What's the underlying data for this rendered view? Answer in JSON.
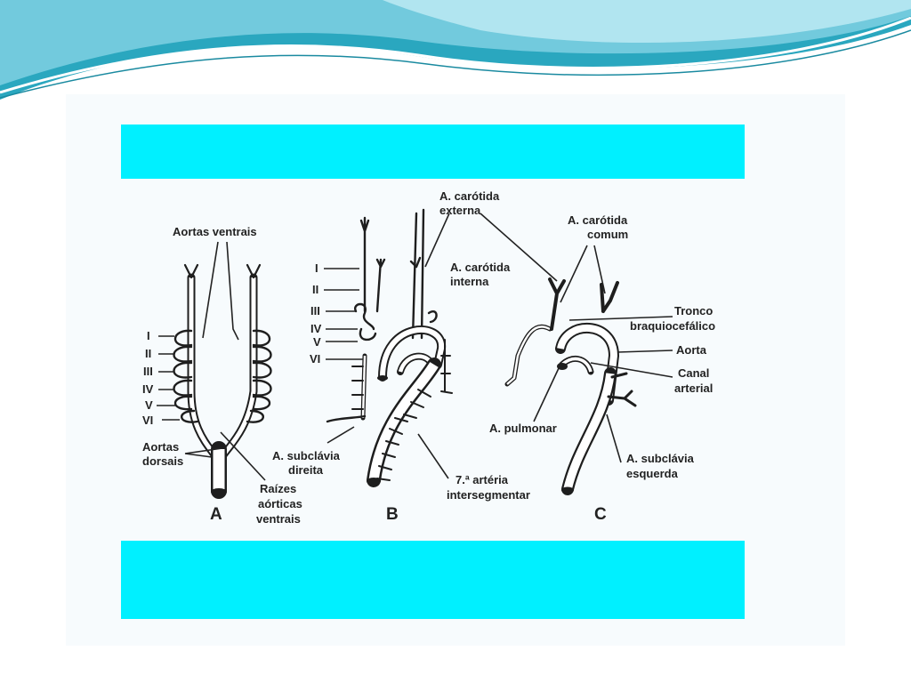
{
  "slide": {
    "colors": {
      "wave_dark": "#1f9fb8",
      "wave_light": "#8fd6e6",
      "cyan_bar": "#00f0ff",
      "frame": "#f7fbfd"
    }
  },
  "diagram": {
    "panel_a": {
      "letter": "A",
      "aortas_ventrais": "Aortas ventrais",
      "arches": [
        "I",
        "II",
        "III",
        "IV",
        "V",
        "VI"
      ],
      "aortas_dorsais": [
        "Aortas",
        "dorsais"
      ],
      "raizes": [
        "Raízes",
        "aórticas",
        "ventrais"
      ]
    },
    "panel_b": {
      "letter": "B",
      "arches": [
        "I",
        "II",
        "III",
        "IV",
        "V",
        "VI"
      ],
      "carotida_externa": [
        "A. carótida",
        "externa"
      ],
      "carotida_interna": [
        "A. carótida",
        "interna"
      ],
      "subclavia_direita": [
        "A. subclávia",
        "direita"
      ],
      "arteria_intersegmentar": [
        "7.ª artéria",
        "intersegmentar"
      ]
    },
    "panel_c": {
      "letter": "C",
      "carotida_comum": [
        "A. carótida",
        "comum"
      ],
      "tronco": [
        "Tronco",
        "braquiocefálico"
      ],
      "aorta": "Aorta",
      "canal": [
        "Canal",
        "arterial"
      ],
      "pulmonar": "A. pulmonar",
      "subclavia_esquerda": [
        "A. subclávia",
        "esquerda"
      ]
    }
  }
}
